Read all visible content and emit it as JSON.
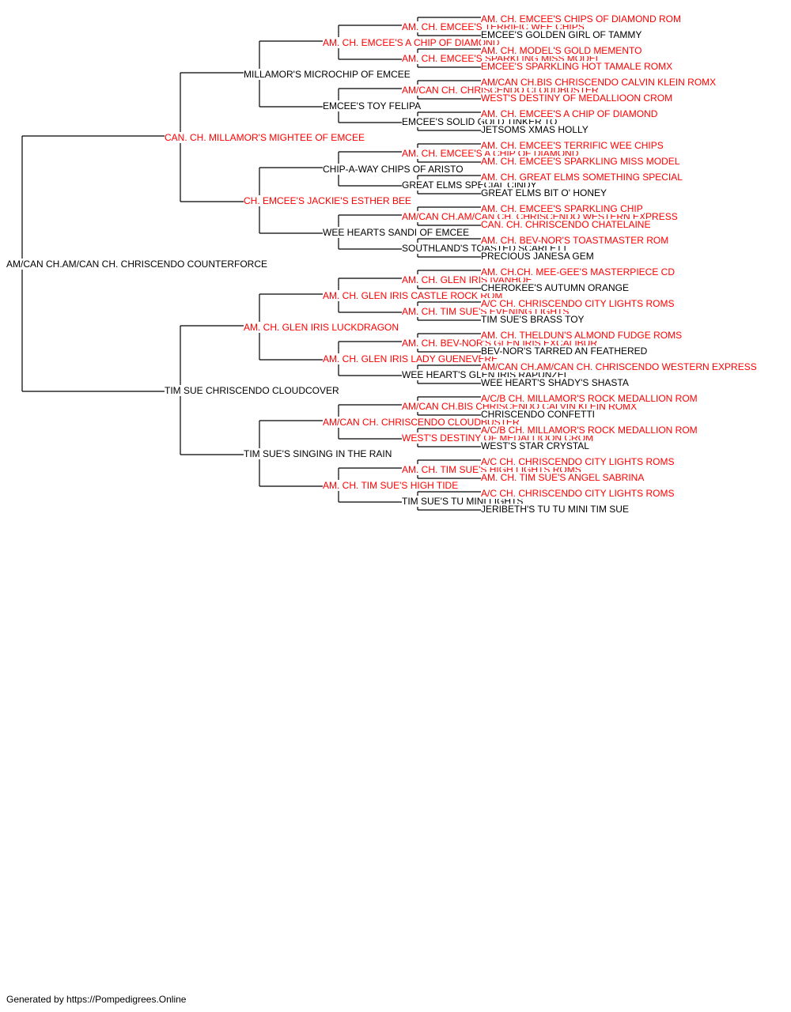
{
  "colors": {
    "champion": "#ff0000",
    "normal": "#000000",
    "line": "#000000"
  },
  "pedigree": {
    "name": "AM/CAN CH.AM/CAN CH. CHRISCENDO COUNTERFORCE",
    "champion": false,
    "sire": {
      "name": "CAN. CH. MILLAMOR'S MIGHTEE OF EMCEE",
      "champion": true,
      "sire": {
        "name": "MILLAMOR'S MICROCHIP OF EMCEE",
        "champion": false,
        "sire": {
          "name": "AM. CH. EMCEE'S A CHIP OF DIAMOND",
          "champion": true,
          "sire": {
            "name": "AM. CH. EMCEE'S TERRIFIC WEE CHIPS",
            "champion": true,
            "sire": {
              "name": "AM. CH. EMCEE'S CHIPS OF DIAMOND ROM",
              "champion": true
            },
            "dam": {
              "name": "EMCEE'S GOLDEN GIRL OF TAMMY",
              "champion": false
            }
          },
          "dam": {
            "name": "AM. CH. EMCEE'S SPARKLING MISS MODEL",
            "champion": true,
            "sire": {
              "name": "AM. CH. MODEL'S GOLD MEMENTO",
              "champion": true
            },
            "dam": {
              "name": "EMCEE'S SPARKLING HOT TAMALE ROMX",
              "champion": true
            }
          }
        },
        "dam": {
          "name": "EMCEE'S TOY FELIPA",
          "champion": false,
          "sire": {
            "name": "AM/CAN CH. CHRISCENDO CLOUDBUSTER",
            "champion": true,
            "sire": {
              "name": "AM/CAN CH.BIS CHRISCENDO CALVIN KLEIN ROMX",
              "champion": true
            },
            "dam": {
              "name": "WEST'S DESTINY OF MEDALLIOON CROM",
              "champion": true
            }
          },
          "dam": {
            "name": "EMCEE'S SOLID GOLD TINKER TO",
            "champion": false,
            "sire": {
              "name": "AM. CH. EMCEE'S A CHIP OF DIAMOND",
              "champion": true
            },
            "dam": {
              "name": "JETSOMS XMAS HOLLY",
              "champion": false
            }
          }
        }
      },
      "dam": {
        "name": "CH. EMCEE'S JACKIE'S ESTHER BEE",
        "champion": true,
        "sire": {
          "name": "CHIP-A-WAY CHIPS OF ARISTO",
          "champion": false,
          "sire": {
            "name": "AM. CH. EMCEE'S A CHIP OF DIAMOND",
            "champion": true,
            "sire": {
              "name": "AM. CH. EMCEE'S TERRIFIC WEE CHIPS",
              "champion": true
            },
            "dam": {
              "name": "AM. CH. EMCEE'S SPARKLING MISS MODEL",
              "champion": true
            }
          },
          "dam": {
            "name": "GREAT ELMS SPECIAL CINDY",
            "champion": false,
            "sire": {
              "name": "AM. CH. GREAT ELMS SOMETHING SPECIAL",
              "champion": true
            },
            "dam": {
              "name": "GREAT ELMS BIT O' HONEY",
              "champion": false
            }
          }
        },
        "dam": {
          "name": "WEE HEARTS SANDI OF EMCEE",
          "champion": false,
          "sire": {
            "name": "AM/CAN CH.AM/CAN CH. CHRISCENDO WESTERN EXPRESS",
            "champion": true,
            "sire": {
              "name": "AM. CH. EMCEE'S SPARKLING CHIP",
              "champion": true
            },
            "dam": {
              "name": "CAN. CH. CHRISCENDO CHATELAINE",
              "champion": true
            }
          },
          "dam": {
            "name": "SOUTHLAND'S TOASTED SCARLETT",
            "champion": false,
            "sire": {
              "name": "AM. CH. BEV-NOR'S TOASTMASTER ROM",
              "champion": true
            },
            "dam": {
              "name": "PRECIOUS JANESA GEM",
              "champion": false
            }
          }
        }
      }
    },
    "dam": {
      "name": "TIM SUE CHRISCENDO CLOUDCOVER",
      "champion": false,
      "sire": {
        "name": "AM. CH. GLEN IRIS LUCKDRAGON",
        "champion": true,
        "sire": {
          "name": "AM. CH. GLEN IRIS CASTLE ROCK ROM",
          "champion": true,
          "sire": {
            "name": "AM. CH. GLEN IRIS IVANHOE",
            "champion": true,
            "sire": {
              "name": "AM. CH.CH. MEE-GEE'S MASTERPIECE CD",
              "champion": true
            },
            "dam": {
              "name": "CHEROKEE'S AUTUMN ORANGE",
              "champion": false
            }
          },
          "dam": {
            "name": "AM. CH. TIM SUE'S EVENING LIGHTS",
            "champion": true,
            "sire": {
              "name": "A/C CH. CHRISCENDO CITY LIGHTS ROMS",
              "champion": true
            },
            "dam": {
              "name": "TIM SUE'S BRASS TOY",
              "champion": false
            }
          }
        },
        "dam": {
          "name": "AM. CH. GLEN IRIS LADY GUENEVERE",
          "champion": true,
          "sire": {
            "name": "AM. CH. BEV-NOR'S GLEN IRIS EXCALIBUR",
            "champion": true,
            "sire": {
              "name": "AM. CH. THELDUN'S ALMOND FUDGE ROMS",
              "champion": true
            },
            "dam": {
              "name": "BEV-NOR'S TARRED AN FEATHERED",
              "champion": false
            }
          },
          "dam": {
            "name": "WEE HEART'S GLEN IRIS RAPUNZEL",
            "champion": false,
            "sire": {
              "name": "AM/CAN CH.AM/CAN CH. CHRISCENDO WESTERN EXPRESS",
              "champion": true
            },
            "dam": {
              "name": "WEE HEART'S SHADY'S SHASTA",
              "champion": false
            }
          }
        }
      },
      "dam": {
        "name": "TIM SUE'S SINGING IN THE RAIN",
        "champion": false,
        "sire": {
          "name": "AM/CAN CH. CHRISCENDO CLOUDBUSTER",
          "champion": true,
          "sire": {
            "name": "AM/CAN CH.BIS CHRISCENDO CALVIN KLEIN ROMX",
            "champion": true,
            "sire": {
              "name": "A/C/B CH. MILLAMOR'S ROCK MEDALLION ROM",
              "champion": true
            },
            "dam": {
              "name": "CHRISCENDO CONFETTI",
              "champion": false
            }
          },
          "dam": {
            "name": "WEST'S DESTINY OF MEDALLIOON CROM",
            "champion": true,
            "sire": {
              "name": "A/C/B CH. MILLAMOR'S ROCK MEDALLION ROM",
              "champion": true
            },
            "dam": {
              "name": "WEST'S STAR CRYSTAL",
              "champion": false
            }
          }
        },
        "dam": {
          "name": "AM. CH. TIM SUE'S HIGH TIDE",
          "champion": true,
          "sire": {
            "name": "AM. CH. TIM SUE'S HIGH LIGHTS ROMS",
            "champion": true,
            "sire": {
              "name": "A/C CH. CHRISCENDO CITY LIGHTS ROMS",
              "champion": true
            },
            "dam": {
              "name": "AM. CH. TIM SUE'S ANGEL SABRINA",
              "champion": true
            }
          },
          "dam": {
            "name": "TIM SUE'S TU MINI LIGHTS",
            "champion": false,
            "sire": {
              "name": "A/C CH. CHRISCENDO CITY LIGHTS ROMS",
              "champion": true
            },
            "dam": {
              "name": "JERIBETH'S TU TU MINI TIM SUE",
              "champion": false
            }
          }
        }
      }
    }
  },
  "footer": {
    "text": "Generated by https://Pompedigrees.Online"
  }
}
